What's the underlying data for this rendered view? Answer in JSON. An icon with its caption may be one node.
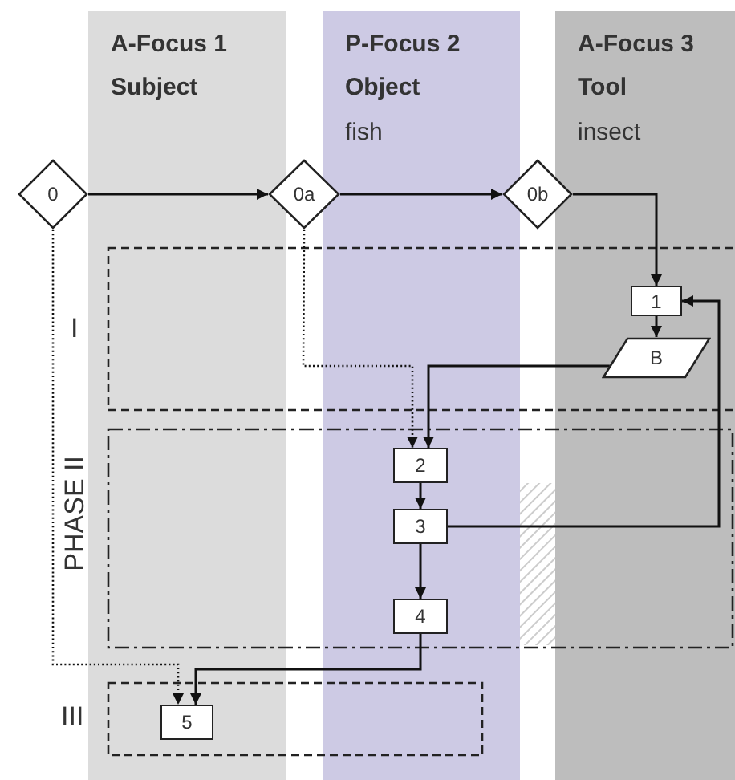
{
  "diagram": {
    "nodes": [
      {
        "text": [
          "0"
        ]
      },
      {
        "text": [
          "0a"
        ]
      },
      {
        "text": [
          "0b"
        ]
      },
      {
        "text": [
          "1"
        ]
      },
      {
        "text": [
          "B"
        ]
      },
      {
        "text": [
          "2"
        ]
      },
      {
        "text": [
          "3"
        ]
      },
      {
        "text": [
          "4"
        ]
      },
      {
        "text": [
          "5"
        ]
      }
    ],
    "edges": [
      {
        "from": 0,
        "to": 1,
        "arrow": "to"
      },
      {
        "from": 1,
        "to": 2,
        "arrow": "to"
      },
      {
        "from": 2,
        "to": 3,
        "arrow": "to"
      },
      {
        "from": 3,
        "to": 4,
        "arrow": "to"
      },
      {
        "from": 4,
        "to": 5,
        "arrow": "to"
      },
      {
        "from": 1,
        "to": 5,
        "arrow": "to",
        "style": "dashed"
      },
      {
        "from": 5,
        "to": 6,
        "arrow": "to"
      },
      {
        "from": 6,
        "to": 3,
        "arrow": "to"
      },
      {
        "from": 6,
        "to": 7,
        "arrow": "to"
      },
      {
        "from": 7,
        "to": 8,
        "arrow": "to"
      },
      {
        "from": 0,
        "to": 8,
        "arrow": "to",
        "style": "dashed"
      }
    ],
    "labels": [
      "A-Focus 1",
      "P-Focus 2",
      "A-Focus 3",
      "Subject",
      "Object",
      "Tool",
      "fish",
      "insect",
      "I",
      "PHASE II",
      "III"
    ]
  }
}
